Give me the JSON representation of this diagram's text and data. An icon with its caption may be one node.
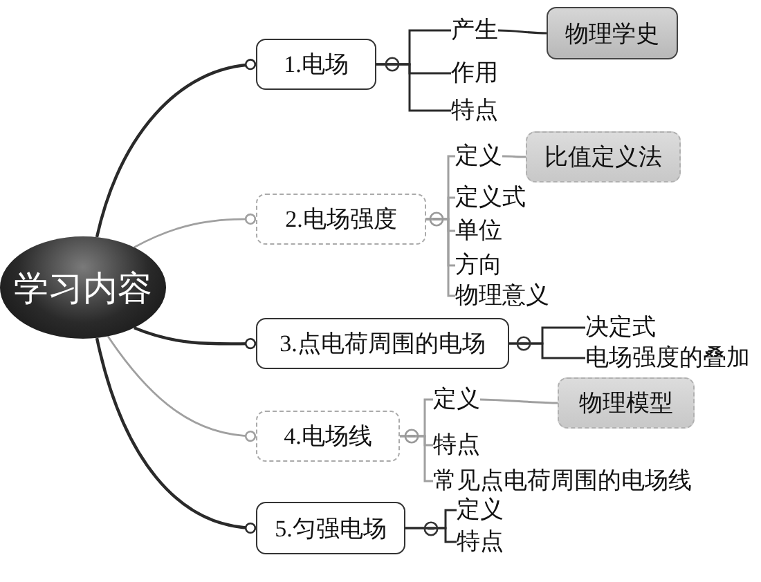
{
  "diagram": {
    "nodes": [
      {
        "text": [
          "学习内容"
        ]
      },
      {
        "text": [
          "1.电场"
        ]
      },
      {
        "text": [
          "产生"
        ]
      },
      {
        "text": [
          "作用"
        ]
      },
      {
        "text": [
          "特点"
        ]
      },
      {
        "text": [
          "物理学史"
        ]
      },
      {
        "text": [
          "2.电场强度"
        ]
      },
      {
        "text": [
          "定义"
        ]
      },
      {
        "text": [
          "定义式"
        ]
      },
      {
        "text": [
          "单位"
        ]
      },
      {
        "text": [
          "方向"
        ]
      },
      {
        "text": [
          "物理意义"
        ]
      },
      {
        "text": [
          "比值定义法"
        ]
      },
      {
        "text": [
          "3.点电荷周围的电场"
        ]
      },
      {
        "text": [
          "决定式"
        ]
      },
      {
        "text": [
          "电场强度的叠加"
        ]
      },
      {
        "text": [
          "4.电场线"
        ]
      },
      {
        "text": [
          "定义"
        ]
      },
      {
        "text": [
          "特点"
        ]
      },
      {
        "text": [
          "常见点电荷周围的电场线"
        ]
      },
      {
        "text": [
          "物理模型"
        ]
      },
      {
        "text": [
          "5.匀强电场"
        ]
      },
      {
        "text": [
          "定义"
        ]
      },
      {
        "text": [
          "特点"
        ]
      }
    ],
    "edges": [
      {
        "from": 0,
        "to": 1,
        "arrow": "other",
        "color": "#2a2a2a"
      },
      {
        "from": 0,
        "to": 6,
        "arrow": "other"
      },
      {
        "from": 0,
        "to": 13,
        "arrow": "other",
        "color": "#2a2a2a"
      },
      {
        "from": 0,
        "to": 16,
        "arrow": "other"
      },
      {
        "from": 0,
        "to": 21,
        "arrow": "other",
        "color": "#2a2a2a"
      },
      {
        "from": 1,
        "to": 2,
        "arrow": "none",
        "color": "#2a2a2a"
      },
      {
        "from": 1,
        "to": 3,
        "arrow": "none",
        "color": "#2a2a2a"
      },
      {
        "from": 1,
        "to": 4,
        "arrow": "none",
        "color": "#2a2a2a"
      },
      {
        "from": 2,
        "to": 5,
        "arrow": "none",
        "color": "#2a2a2a"
      },
      {
        "from": 6,
        "to": 7,
        "arrow": "none"
      },
      {
        "from": 6,
        "to": 8,
        "arrow": "none"
      },
      {
        "from": 6,
        "to": 9,
        "arrow": "none"
      },
      {
        "from": 6,
        "to": 10,
        "arrow": "none"
      },
      {
        "from": 6,
        "to": 11,
        "arrow": "none"
      },
      {
        "from": 7,
        "to": 12,
        "arrow": "none"
      },
      {
        "from": 13,
        "to": 14,
        "arrow": "none",
        "color": "#2a2a2a"
      },
      {
        "from": 13,
        "to": 15,
        "arrow": "none",
        "color": "#2a2a2a"
      },
      {
        "from": 16,
        "to": 17,
        "arrow": "none"
      },
      {
        "from": 16,
        "to": 18,
        "arrow": "none"
      },
      {
        "from": 16,
        "to": 19,
        "arrow": "none"
      },
      {
        "from": 17,
        "to": 20,
        "arrow": "none"
      },
      {
        "from": 21,
        "to": 22,
        "arrow": "none",
        "color": "#2a2a2a"
      },
      {
        "from": 21,
        "to": 23,
        "arrow": "none",
        "color": "#2a2a2a"
      }
    ]
  }
}
